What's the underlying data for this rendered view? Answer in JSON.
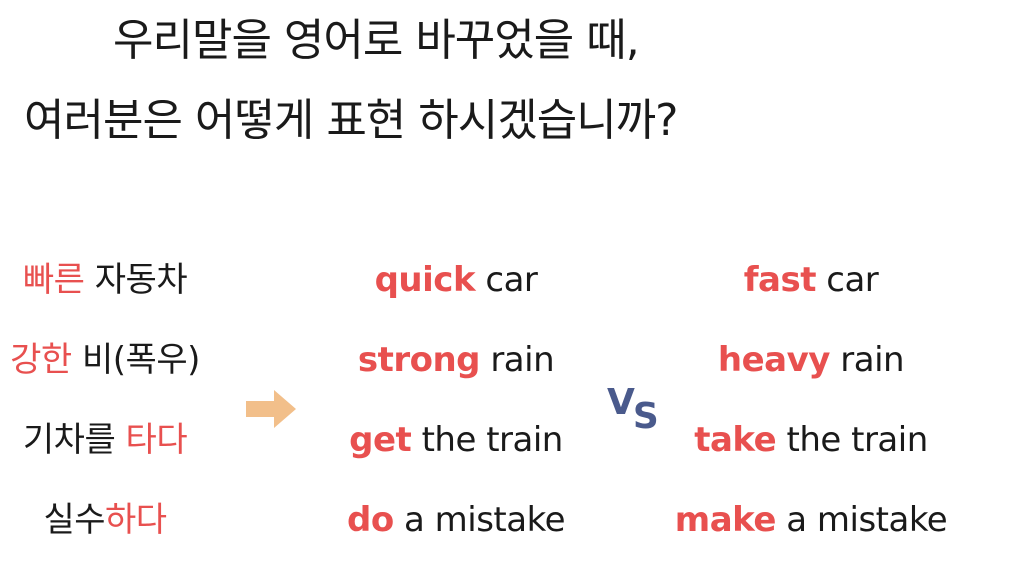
{
  "title": {
    "line1": "우리말을 영어로 바꾸었을 때,",
    "line2": "여러분은 어떻게 표현 하시겠습니까?"
  },
  "korean_phrases": [
    {
      "highlight": "빠른",
      "rest": " 자동차"
    },
    {
      "highlight": "강한",
      "rest": " 비(폭우)"
    },
    {
      "prefix": "기차를 ",
      "highlight": "타다"
    },
    {
      "prefix": "실수",
      "highlight": "하다"
    }
  ],
  "literal_translations": [
    {
      "keyword": "quick",
      "rest": " car"
    },
    {
      "keyword": "strong",
      "rest": " rain"
    },
    {
      "keyword": "get",
      "rest": " the train"
    },
    {
      "keyword": "do",
      "rest": " a mistake"
    }
  ],
  "correct_translations": [
    {
      "keyword": "fast",
      "rest": " car"
    },
    {
      "keyword": "heavy",
      "rest": " rain"
    },
    {
      "keyword": "take",
      "rest": " the train"
    },
    {
      "keyword": "make",
      "rest": " a mistake"
    }
  ],
  "vs": {
    "v": "V",
    "s": "S"
  },
  "colors": {
    "highlight": "#e8504f",
    "arrow": "#f2bf8a",
    "vs": "#4a5a8c",
    "text": "#1a1a1a"
  },
  "icons": {
    "arrow": "arrow-right-icon"
  }
}
